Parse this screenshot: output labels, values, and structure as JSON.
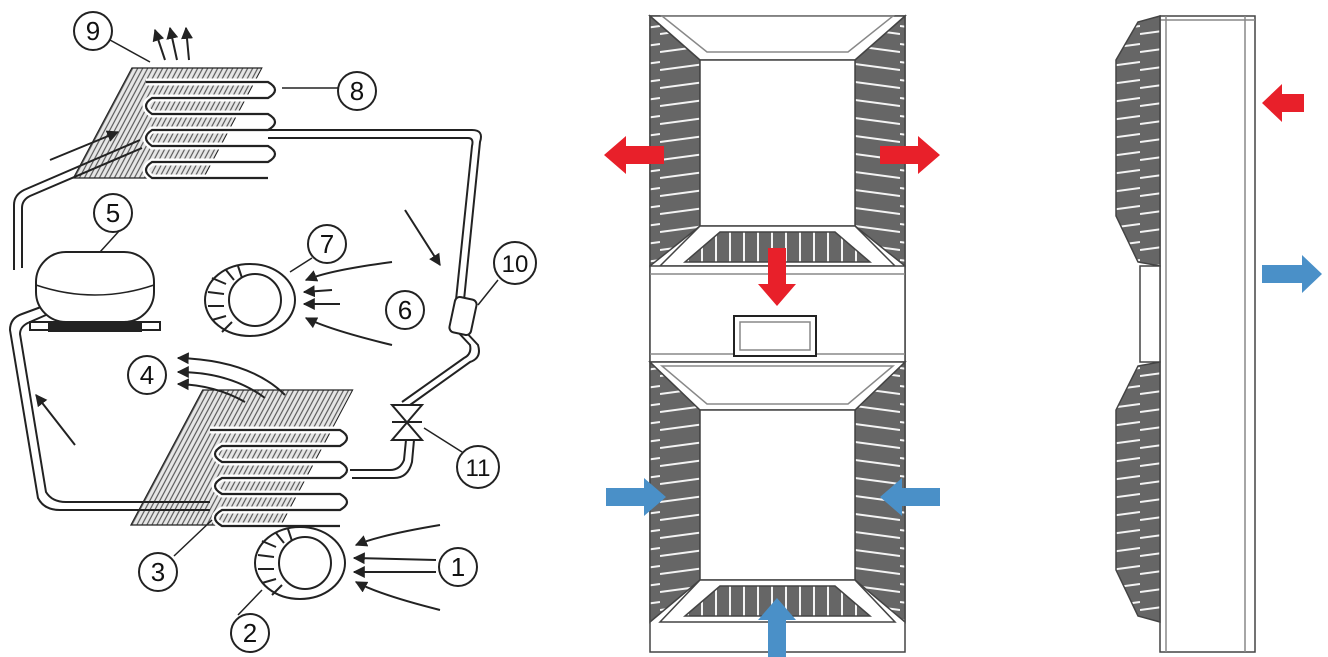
{
  "callouts": [
    {
      "id": "c1",
      "text": "1"
    },
    {
      "id": "c2",
      "text": "2"
    },
    {
      "id": "c3",
      "text": "3"
    },
    {
      "id": "c4",
      "text": "4"
    },
    {
      "id": "c5",
      "text": "5"
    },
    {
      "id": "c6",
      "text": "6"
    },
    {
      "id": "c7",
      "text": "7"
    },
    {
      "id": "c8",
      "text": "8"
    },
    {
      "id": "c9",
      "text": "9"
    },
    {
      "id": "c10",
      "text": "10"
    },
    {
      "id": "c11",
      "text": "11"
    }
  ],
  "colors": {
    "hot": "#e8202a",
    "cold": "#4a90c8",
    "line": "#222222",
    "fin": "#555555",
    "louvre": "#6b6b6b"
  }
}
